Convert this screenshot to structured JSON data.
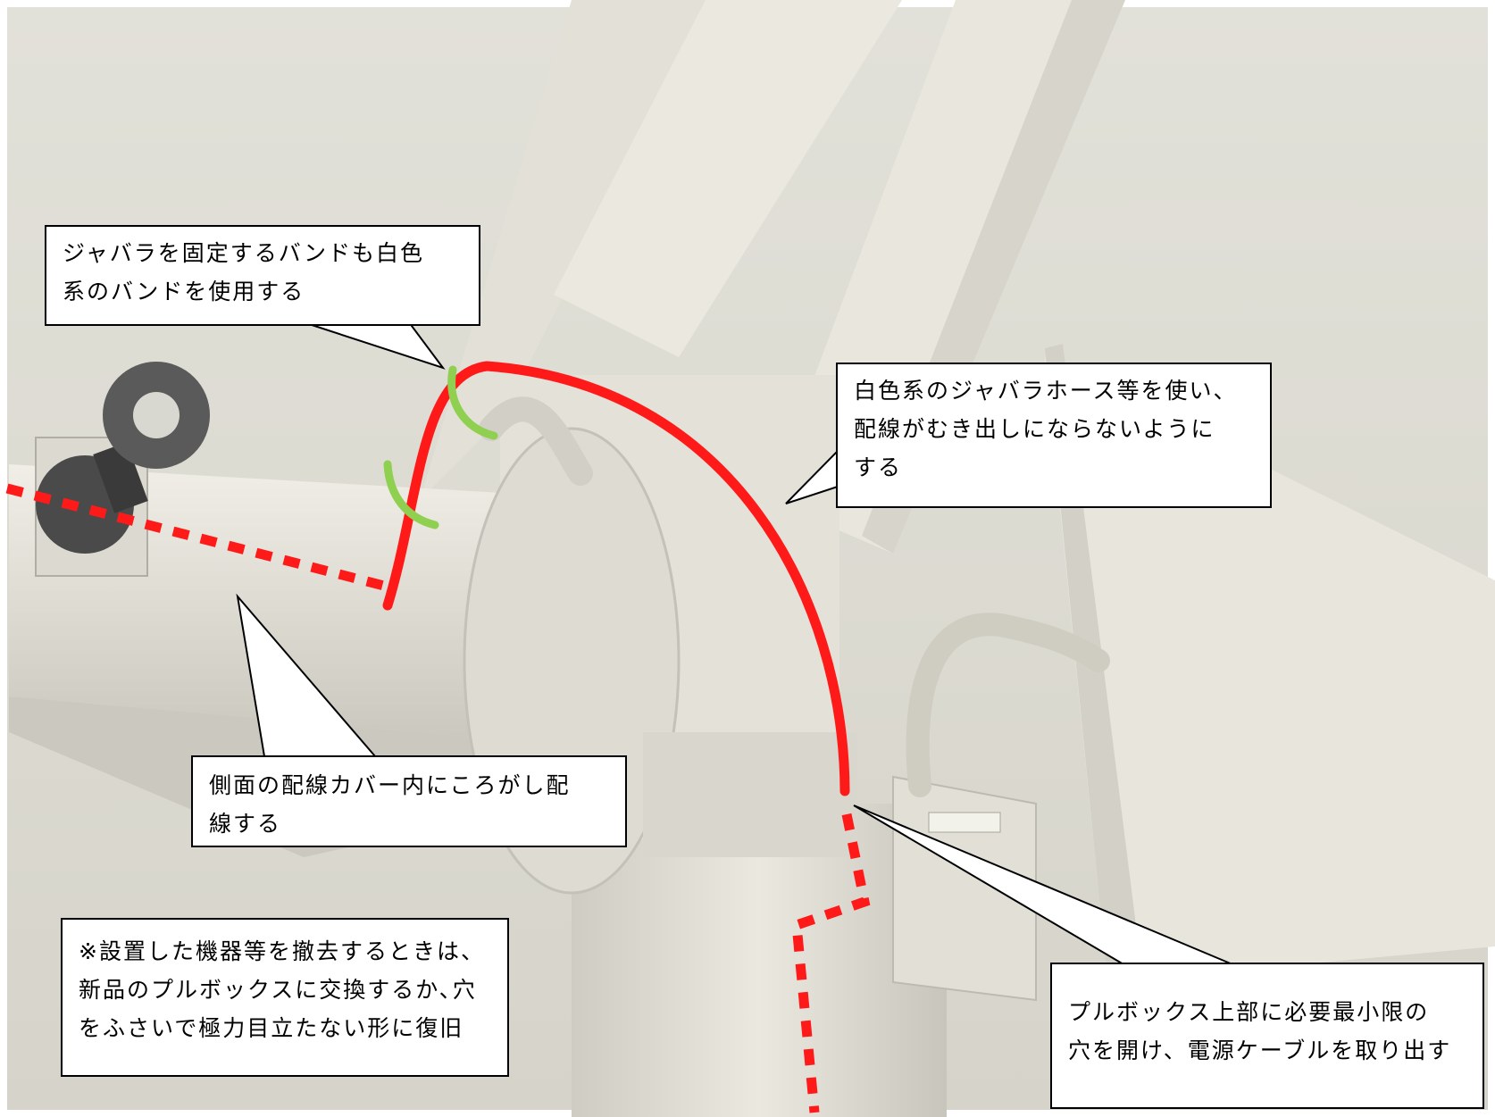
{
  "callouts": {
    "band": {
      "lines": [
        "ジャバラを固定するバンドも白色",
        "系のバンドを使用する"
      ]
    },
    "jabara_hose": {
      "lines": [
        "白色系のジャバラホース等を使い、",
        "配線がむき出しにならないように",
        "する"
      ]
    },
    "side_cover": {
      "lines": [
        "側面の配線カバー内にころがし配",
        "線する"
      ]
    },
    "removal_note": {
      "lines": [
        "※設置した機器等を撤去するときは、",
        "新品のプルボックスに交換するか､穴",
        "をふさいで極力目立たない形に復旧"
      ]
    },
    "pull_box": {
      "lines": [
        "プルボックス上部に必要最小限の",
        "穴を開け、電源ケーブルを取り出す"
      ]
    }
  },
  "colors": {
    "sky": "#dedcd2",
    "structure": "#e6e4da",
    "shadow": "#bebcb2",
    "exposed_cable": "#ff1a1a",
    "hidden_cable": "#ff1a1a",
    "band_marker": "#90d050",
    "callout_border": "#000000"
  }
}
